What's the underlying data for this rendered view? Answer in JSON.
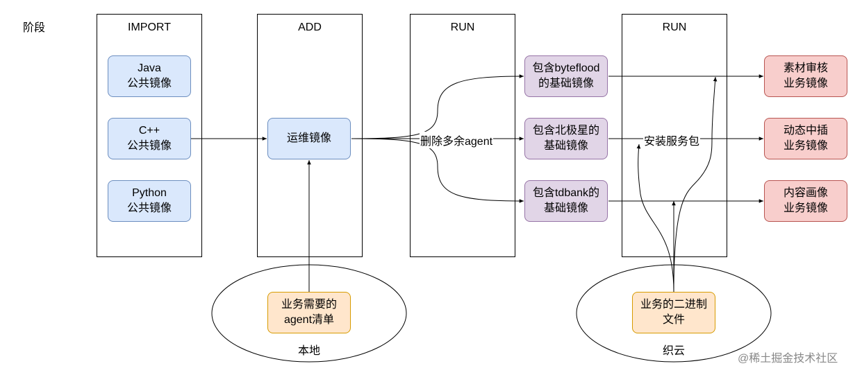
{
  "stage_label": "阶段",
  "columns": {
    "import": "IMPORT",
    "add": "ADD",
    "run1": "RUN",
    "run2": "RUN"
  },
  "boxes": {
    "java": [
      "Java",
      "公共镜像"
    ],
    "cpp": [
      "C++",
      "公共镜像"
    ],
    "python": [
      "Python",
      "公共镜像"
    ],
    "ops": [
      "运维镜像"
    ],
    "byteflood": [
      "包含byteflood",
      "的基础镜像"
    ],
    "polaris": [
      "包含北极星的",
      "基础镜像"
    ],
    "tdbank": [
      "包含tdbank的",
      "基础镜像"
    ],
    "material": [
      "素材审核",
      "业务镜像"
    ],
    "dynamic": [
      "动态中插",
      "业务镜像"
    ],
    "profile": [
      "内容画像",
      "业务镜像"
    ],
    "agent_list": [
      "业务需要的",
      "agent清单"
    ],
    "binary": [
      "业务的二进制",
      "文件"
    ]
  },
  "edge_labels": {
    "remove_agent": "删除多余agent",
    "install_package": "安装服务包"
  },
  "ellipses": {
    "local": "本地",
    "cloud": "织云"
  },
  "watermark": "@稀土掘金技术社区"
}
